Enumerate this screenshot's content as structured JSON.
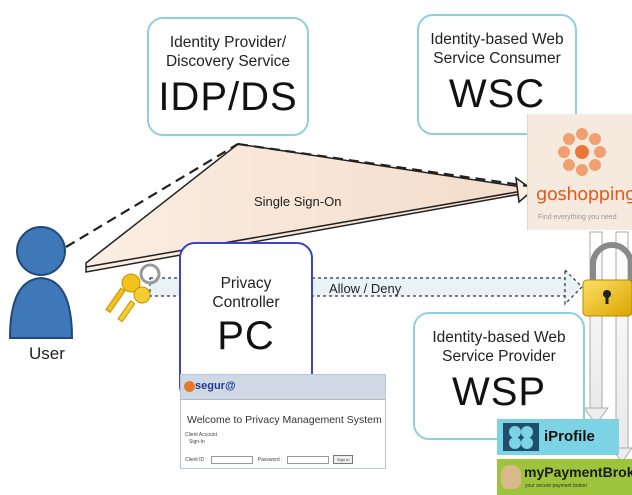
{
  "idp": {
    "subtitle_line1": "Identity Provider/",
    "subtitle_line2": "Discovery Service",
    "acronym": "IDP/DS"
  },
  "wsc": {
    "subtitle_line1": "Identity-based Web",
    "subtitle_line2": "Service Consumer",
    "acronym": "WSC"
  },
  "wsp": {
    "subtitle_line1": "Identity-based Web",
    "subtitle_line2": "Service Provider",
    "acronym": "WSP"
  },
  "pc": {
    "subtitle_line1": "Privacy",
    "subtitle_line2": "Controller",
    "acronym": "PC"
  },
  "user": {
    "label": "User"
  },
  "flows": {
    "single_sign_on": "Single Sign-On",
    "allow_deny": "Allow / Deny"
  },
  "goshopping": {
    "name": "goshopping",
    "tagline": "Find everything you need"
  },
  "segura": {
    "brand": "segur@",
    "welcome": "Welcome to Privacy Management System",
    "client_account": "Client Account",
    "sign_in": "Sign-In",
    "client_id_label": "Client ID :",
    "password_label": "Password :",
    "sign_in_button": "Sign In"
  },
  "iprofile": {
    "name": "iProfile"
  },
  "mypaymentbroker": {
    "name": "myPaymentBroker",
    "tagline": "your secure payment broker"
  },
  "colors": {
    "box_border": "#8fd0e0",
    "pc_border": "#3a44c4",
    "user_figure": "#3e78b8",
    "key": "#f2c21a",
    "lock_body": "#f0c000",
    "goshopping_orange": "#e05a1a",
    "iprofile_bg": "#7bd3e4",
    "mpb_bg": "#9dc43a"
  },
  "icons": [
    "user-icon",
    "keys-icon",
    "padlock-icon",
    "goshopping-flower-icon",
    "iprofile-logo-icon",
    "mypaymentbroker-logo-icon"
  ]
}
